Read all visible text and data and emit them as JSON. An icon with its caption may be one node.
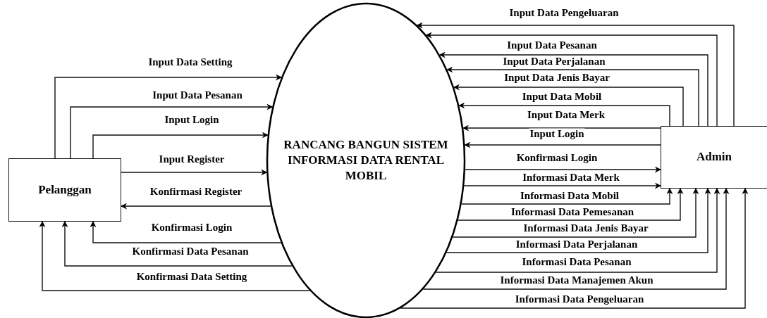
{
  "diagram": {
    "nodes": [
      {
        "text": [
          "Pelanggan"
        ]
      },
      {
        "text": [
          "RANCANG BANGUN SISTEM INFORMASI DATA RENTAL MOBIL"
        ]
      },
      {
        "text": [
          "Admin"
        ]
      }
    ],
    "edges": [
      {
        "from": 0,
        "to": 1,
        "arrow": "to",
        "label": "Input Data Setting"
      },
      {
        "from": 0,
        "to": 1,
        "arrow": "to",
        "label": "Input Data Pesanan"
      },
      {
        "from": 0,
        "to": 1,
        "arrow": "to",
        "label": "Input Login"
      },
      {
        "from": 0,
        "to": 1,
        "arrow": "to",
        "label": "Input Register"
      },
      {
        "from": 1,
        "to": 0,
        "arrow": "to",
        "label": "Konfirmasi Register"
      },
      {
        "from": 1,
        "to": 0,
        "arrow": "to",
        "label": "Konfirmasi Login"
      },
      {
        "from": 1,
        "to": 0,
        "arrow": "to",
        "label": "Konfirmasi Data Pesanan"
      },
      {
        "from": 1,
        "to": 0,
        "arrow": "to",
        "label": "Konfirmasi Data Setting"
      },
      {
        "from": 2,
        "to": 1,
        "arrow": "to",
        "label": "Input Data Pengeluaran"
      },
      {
        "from": 2,
        "to": 1,
        "arrow": "to"
      },
      {
        "from": 2,
        "to": 1,
        "arrow": "to",
        "label": "Input Data Pesanan"
      },
      {
        "from": 2,
        "to": 1,
        "arrow": "to",
        "label": "Input Data Perjalanan"
      },
      {
        "from": 2,
        "to": 1,
        "arrow": "to",
        "label": "Input Data Jenis Bayar"
      },
      {
        "from": 2,
        "to": 1,
        "arrow": "to",
        "label": "Input Data Mobil"
      },
      {
        "from": 2,
        "to": 1,
        "arrow": "to",
        "label": "Input Data Merk"
      },
      {
        "from": 2,
        "to": 1,
        "arrow": "to",
        "label": "Input Login"
      },
      {
        "from": 1,
        "to": 2,
        "arrow": "to",
        "label": "Konfirmasi Login"
      },
      {
        "from": 1,
        "to": 2,
        "arrow": "to",
        "label": "Informasi Data Merk"
      },
      {
        "from": 1,
        "to": 2,
        "arrow": "to",
        "label": "Informasi Data Mobil"
      },
      {
        "from": 1,
        "to": 2,
        "arrow": "to",
        "label": "Informasi Data Pemesanan"
      },
      {
        "from": 1,
        "to": 2,
        "arrow": "to",
        "label": "Informasi Data Jenis Bayar"
      },
      {
        "from": 1,
        "to": 2,
        "arrow": "to",
        "label": "Informasi Data Perjalanan"
      },
      {
        "from": 1,
        "to": 2,
        "arrow": "to",
        "label": "Informasi Data Pesanan"
      },
      {
        "from": 1,
        "to": 2,
        "arrow": "to",
        "label": "Informasi Data Manajemen Akun"
      },
      {
        "from": 1,
        "to": 2,
        "arrow": "to",
        "label": "Informasi Data Pengeluaran"
      }
    ]
  }
}
